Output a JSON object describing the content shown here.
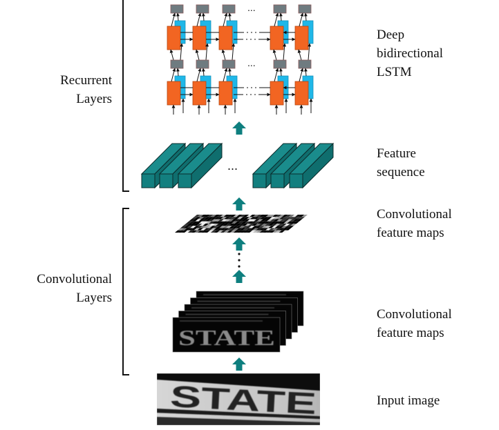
{
  "title": "CRNN architecture: convolutional layers, recurrent layers, transcription stack",
  "groups": {
    "recurrent": {
      "line1": "Recurrent",
      "line2": "Layers"
    },
    "convolutional": {
      "line1": "Convolutional",
      "line2": "Layers"
    }
  },
  "stages": {
    "lstm": {
      "line1": "Deep",
      "line2": "bidirectional",
      "line3": "LSTM"
    },
    "feature_sequence": {
      "line1": "Feature",
      "line2": "sequence"
    },
    "conv_maps_top": {
      "line1": "Convolutional",
      "line2": "feature maps"
    },
    "conv_maps_bottom": {
      "line1": "Convolutional",
      "line2": "feature maps"
    },
    "input": {
      "line1": "Input image"
    }
  },
  "input_word": "STATE",
  "ellipsis": "...",
  "colors": {
    "forward_cell": "#f26522",
    "backward_cell": "#1fb7e8",
    "output_cell": "#6f7b80",
    "feature_column": "#137f7f",
    "flow_arrow": "#0e7f7f",
    "bracket": "#111111"
  }
}
